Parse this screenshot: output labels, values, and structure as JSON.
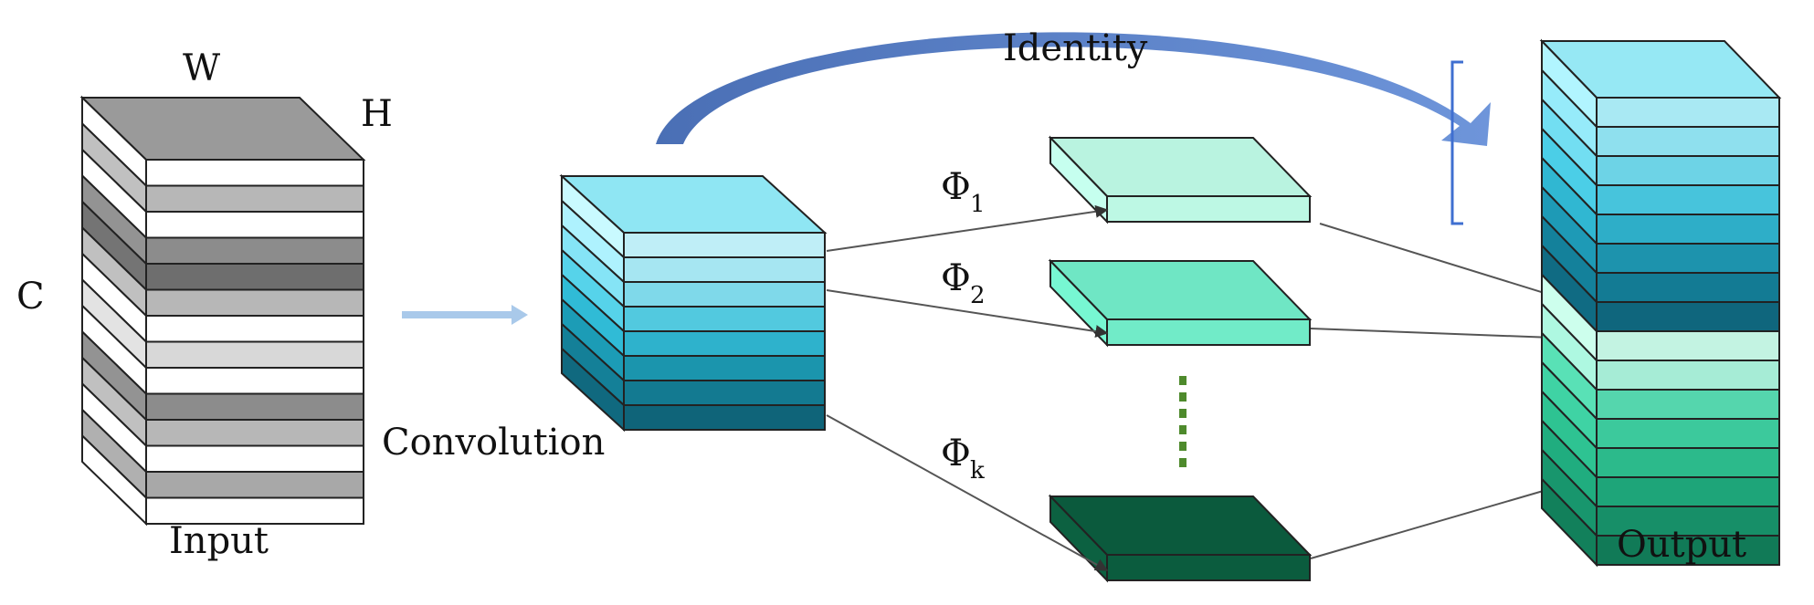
{
  "labels": {
    "w": "W",
    "h": "H",
    "c": "C",
    "input": "Input",
    "convolution": "Convolution",
    "identity": "Identity",
    "output": "Output",
    "phi": "Φ",
    "phi1_sub": "1",
    "phi2_sub": "2",
    "phik_sub": "k"
  },
  "colors": {
    "input_slices": [
      "#ffffff",
      "#b7b7b7",
      "#ffffff",
      "#8c8c8c",
      "#6e6e6e",
      "#b7b7b7",
      "#ffffff",
      "#d8d8d8",
      "#ffffff",
      "#8c8c8c",
      "#b7b7b7",
      "#ffffff",
      "#a8a8a8",
      "#ffffff"
    ],
    "input_top": "#9a9a9a",
    "conv_slices": [
      "#bfeef7",
      "#a6e6f2",
      "#7fd9ea",
      "#52c9df",
      "#2eb2cc",
      "#1b95ad",
      "#137a91",
      "#0f6479"
    ],
    "conv_top": "#8fe6f3",
    "out_top_slices": [
      "#a9e9f3",
      "#8fe0ee",
      "#6dd3e6",
      "#47c4dc",
      "#2eaec8",
      "#1d93ad",
      "#137b94",
      "#0f667d"
    ],
    "out_bottom_slices": [
      "#c3f3e2",
      "#a6ecd6",
      "#55d6ad",
      "#3cc99c",
      "#2cba8b",
      "#1ea579",
      "#178f68",
      "#117a57"
    ],
    "out_top": "#96e8f4",
    "feature1": "#b9f3e0",
    "feature2": "#6fe6c4",
    "featurek": "#0b5a3d",
    "identity_arrow": "#5f85c8",
    "conv_arrow": "#a9c9ea",
    "bracket": "#3f6fd0",
    "dots": "#4e8a2c",
    "line": "#555555"
  }
}
